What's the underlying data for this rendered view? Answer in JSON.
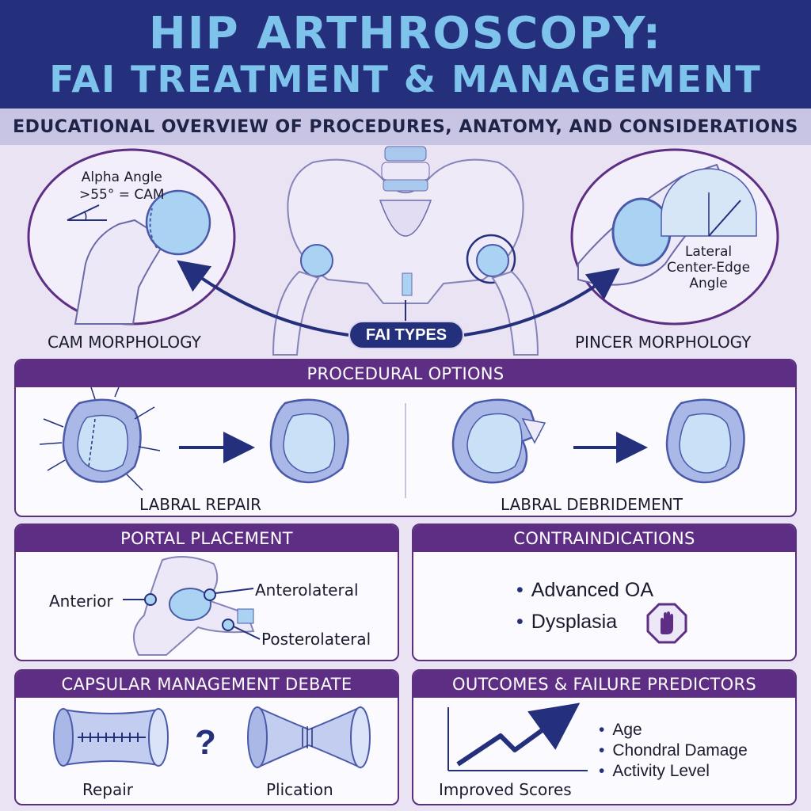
{
  "header": {
    "title_line1": "HIP ARTHROSCOPY:",
    "title_line2": "FAI TREATMENT & MANAGEMENT",
    "subtitle": "EDUCATIONAL OVERVIEW OF PROCEDURES, ANATOMY, AND CONSIDERATIONS"
  },
  "anatomy": {
    "cam": {
      "annotation_line1": "Alpha Angle",
      "annotation_line2": ">55° = CAM",
      "label": "CAM MORPHOLOGY"
    },
    "pincer": {
      "annotation_line1": "Lateral",
      "annotation_line2": "Center-Edge",
      "annotation_line3": "Angle",
      "label": "PINCER MORPHOLOGY"
    },
    "center_badge": "FAI TYPES"
  },
  "procedural": {
    "heading": "PROCEDURAL OPTIONS",
    "left_caption": "LABRAL REPAIR",
    "right_caption": "LABRAL DEBRIDEMENT"
  },
  "portal": {
    "heading": "PORTAL PLACEMENT",
    "labels": {
      "anterior": "Anterior",
      "anterolateral": "Anterolateral",
      "posterolateral": "Posterolateral"
    }
  },
  "contra": {
    "heading": "CONTRAINDICATIONS",
    "items": [
      "Advanced OA",
      "Dysplasia"
    ]
  },
  "capsular": {
    "heading": "CAPSULAR MANAGEMENT DEBATE",
    "left_label": "Repair",
    "question": "?",
    "right_label": "Plication"
  },
  "outcomes": {
    "heading": "OUTCOMES & FAILURE PREDICTORS",
    "graph_caption": "Improved Scores",
    "predictors": [
      "Age",
      "Chondral Damage",
      "Activity Level"
    ]
  },
  "colors": {
    "navy": "#25307c",
    "title_blue": "#7ec3ec",
    "purple": "#5e2e85",
    "cartilage": "#9dc9ef",
    "bone": "#ebe7f6"
  }
}
